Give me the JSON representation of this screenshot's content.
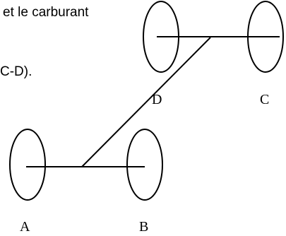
{
  "text": {
    "line_1": "et le carburant",
    "line_2": "C-D)."
  },
  "diagram": {
    "labels": {
      "A": "A",
      "B": "B",
      "C": "C",
      "D": "D"
    },
    "stroke_color": "#000000",
    "background": "#ffffff"
  }
}
